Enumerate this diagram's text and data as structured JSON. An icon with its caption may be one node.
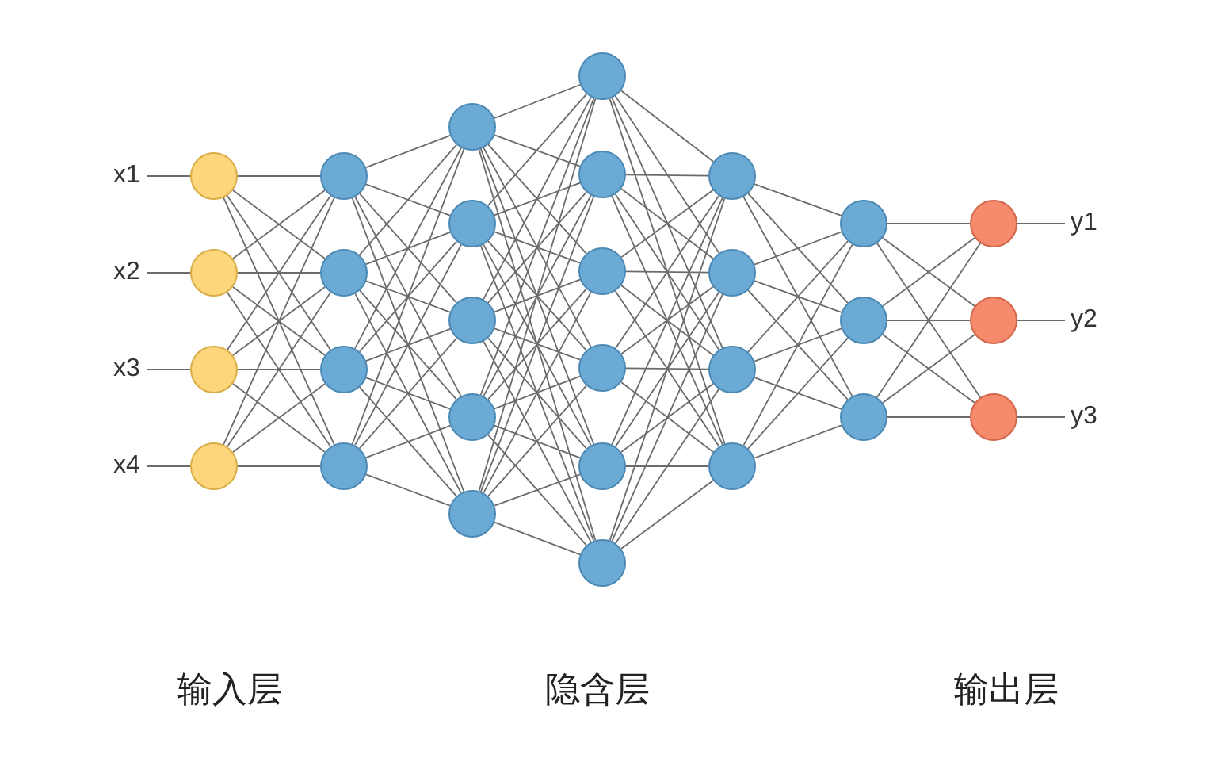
{
  "diagram": {
    "nodes": [
      {
        "text": [
          "x1"
        ]
      },
      {
        "text": [
          "x2"
        ]
      },
      {
        "text": [
          "x3"
        ]
      },
      {
        "text": [
          "x4"
        ]
      },
      {
        "text": [],
        "shape": "circle"
      },
      {
        "text": [],
        "shape": "circle"
      },
      {
        "text": [],
        "shape": "circle"
      },
      {
        "text": [],
        "shape": "circle"
      },
      {
        "text": [],
        "shape": "circle"
      },
      {
        "text": [],
        "shape": "circle"
      },
      {
        "text": [],
        "shape": "circle"
      },
      {
        "text": [],
        "shape": "circle"
      },
      {
        "text": [],
        "shape": "circle"
      },
      {
        "text": [],
        "shape": "circle"
      },
      {
        "text": [],
        "shape": "circle"
      },
      {
        "text": [],
        "shape": "circle"
      },
      {
        "text": [],
        "shape": "circle"
      },
      {
        "text": [],
        "shape": "circle"
      },
      {
        "text": [],
        "shape": "circle"
      },
      {
        "text": [],
        "shape": "circle"
      },
      {
        "text": [],
        "shape": "circle"
      },
      {
        "text": [],
        "shape": "circle"
      },
      {
        "text": [],
        "shape": "circle"
      },
      {
        "text": [],
        "shape": "circle"
      },
      {
        "text": [],
        "shape": "circle"
      },
      {
        "text": [],
        "shape": "circle"
      },
      {
        "text": [],
        "shape": "circle"
      },
      {
        "text": [],
        "shape": "circle"
      },
      {
        "text": [],
        "shape": "circle"
      },
      {
        "text": [],
        "shape": "circle"
      },
      {
        "text": [],
        "shape": "circle"
      },
      {
        "text": [],
        "shape": "circle"
      },
      {
        "text": [],
        "shape": "circle"
      },
      {
        "text": [
          "y1"
        ]
      },
      {
        "text": [
          "y2"
        ]
      },
      {
        "text": [
          "y3"
        ]
      }
    ],
    "edges": [
      {
        "from": 0,
        "to": 4,
        "arrow": "none"
      },
      {
        "from": 1,
        "to": 5,
        "arrow": "none"
      },
      {
        "from": 2,
        "to": 6,
        "arrow": "none"
      },
      {
        "from": 3,
        "to": 7,
        "arrow": "none"
      },
      {
        "from": 4,
        "to": 8,
        "arrow": "none"
      },
      {
        "from": 4,
        "to": 9,
        "arrow": "none"
      },
      {
        "from": 4,
        "to": 10,
        "arrow": "none"
      },
      {
        "from": 4,
        "to": 11,
        "arrow": "none"
      },
      {
        "from": 5,
        "to": 8,
        "arrow": "none"
      },
      {
        "from": 5,
        "to": 9,
        "arrow": "none"
      },
      {
        "from": 5,
        "to": 10,
        "arrow": "none"
      },
      {
        "from": 5,
        "to": 11,
        "arrow": "none"
      },
      {
        "from": 6,
        "to": 8,
        "arrow": "none"
      },
      {
        "from": 6,
        "to": 9,
        "arrow": "none"
      },
      {
        "from": 6,
        "to": 10,
        "arrow": "none"
      },
      {
        "from": 6,
        "to": 11,
        "arrow": "none"
      },
      {
        "from": 7,
        "to": 8,
        "arrow": "none"
      },
      {
        "from": 7,
        "to": 9,
        "arrow": "none"
      },
      {
        "from": 7,
        "to": 10,
        "arrow": "none"
      },
      {
        "from": 7,
        "to": 11,
        "arrow": "none"
      },
      {
        "from": 8,
        "to": 12,
        "arrow": "none"
      },
      {
        "from": 8,
        "to": 13,
        "arrow": "none"
      },
      {
        "from": 8,
        "to": 14,
        "arrow": "none"
      },
      {
        "from": 8,
        "to": 15,
        "arrow": "none"
      },
      {
        "from": 8,
        "to": 16,
        "arrow": "none"
      },
      {
        "from": 9,
        "to": 12,
        "arrow": "none"
      },
      {
        "from": 9,
        "to": 13,
        "arrow": "none"
      },
      {
        "from": 9,
        "to": 14,
        "arrow": "none"
      },
      {
        "from": 9,
        "to": 15,
        "arrow": "none"
      },
      {
        "from": 9,
        "to": 16,
        "arrow": "none"
      },
      {
        "from": 10,
        "to": 12,
        "arrow": "none"
      },
      {
        "from": 10,
        "to": 13,
        "arrow": "none"
      },
      {
        "from": 10,
        "to": 14,
        "arrow": "none"
      },
      {
        "from": 10,
        "to": 15,
        "arrow": "none"
      },
      {
        "from": 10,
        "to": 16,
        "arrow": "none"
      },
      {
        "from": 11,
        "to": 12,
        "arrow": "none"
      },
      {
        "from": 11,
        "to": 13,
        "arrow": "none"
      },
      {
        "from": 11,
        "to": 14,
        "arrow": "none"
      },
      {
        "from": 11,
        "to": 15,
        "arrow": "none"
      },
      {
        "from": 11,
        "to": 16,
        "arrow": "none"
      },
      {
        "from": 12,
        "to": 17,
        "arrow": "none"
      },
      {
        "from": 12,
        "to": 18,
        "arrow": "none"
      },
      {
        "from": 12,
        "to": 19,
        "arrow": "none"
      },
      {
        "from": 12,
        "to": 20,
        "arrow": "none"
      },
      {
        "from": 12,
        "to": 21,
        "arrow": "none"
      },
      {
        "from": 12,
        "to": 22,
        "arrow": "none"
      },
      {
        "from": 13,
        "to": 17,
        "arrow": "none"
      },
      {
        "from": 13,
        "to": 18,
        "arrow": "none"
      },
      {
        "from": 13,
        "to": 19,
        "arrow": "none"
      },
      {
        "from": 13,
        "to": 20,
        "arrow": "none"
      },
      {
        "from": 13,
        "to": 21,
        "arrow": "none"
      },
      {
        "from": 13,
        "to": 22,
        "arrow": "none"
      },
      {
        "from": 14,
        "to": 17,
        "arrow": "none"
      },
      {
        "from": 14,
        "to": 18,
        "arrow": "none"
      },
      {
        "from": 14,
        "to": 19,
        "arrow": "none"
      },
      {
        "from": 14,
        "to": 20,
        "arrow": "none"
      },
      {
        "from": 14,
        "to": 21,
        "arrow": "none"
      },
      {
        "from": 14,
        "to": 22,
        "arrow": "none"
      },
      {
        "from": 15,
        "to": 17,
        "arrow": "none"
      },
      {
        "from": 15,
        "to": 18,
        "arrow": "none"
      },
      {
        "from": 15,
        "to": 19,
        "arrow": "none"
      },
      {
        "from": 15,
        "to": 20,
        "arrow": "none"
      },
      {
        "from": 15,
        "to": 21,
        "arrow": "none"
      },
      {
        "from": 15,
        "to": 22,
        "arrow": "none"
      },
      {
        "from": 16,
        "to": 17,
        "arrow": "none"
      },
      {
        "from": 16,
        "to": 18,
        "arrow": "none"
      },
      {
        "from": 16,
        "to": 19,
        "arrow": "none"
      },
      {
        "from": 16,
        "to": 20,
        "arrow": "none"
      },
      {
        "from": 16,
        "to": 21,
        "arrow": "none"
      },
      {
        "from": 16,
        "to": 22,
        "arrow": "none"
      },
      {
        "from": 17,
        "to": 23,
        "arrow": "none"
      },
      {
        "from": 17,
        "to": 24,
        "arrow": "none"
      },
      {
        "from": 17,
        "to": 25,
        "arrow": "none"
      },
      {
        "from": 17,
        "to": 26,
        "arrow": "none"
      },
      {
        "from": 18,
        "to": 23,
        "arrow": "none"
      },
      {
        "from": 18,
        "to": 24,
        "arrow": "none"
      },
      {
        "from": 18,
        "to": 25,
        "arrow": "none"
      },
      {
        "from": 18,
        "to": 26,
        "arrow": "none"
      },
      {
        "from": 19,
        "to": 23,
        "arrow": "none"
      },
      {
        "from": 19,
        "to": 24,
        "arrow": "none"
      },
      {
        "from": 19,
        "to": 25,
        "arrow": "none"
      },
      {
        "from": 19,
        "to": 26,
        "arrow": "none"
      },
      {
        "from": 20,
        "to": 23,
        "arrow": "none"
      },
      {
        "from": 20,
        "to": 24,
        "arrow": "none"
      },
      {
        "from": 20,
        "to": 25,
        "arrow": "none"
      },
      {
        "from": 20,
        "to": 26,
        "arrow": "none"
      },
      {
        "from": 21,
        "to": 23,
        "arrow": "none"
      },
      {
        "from": 21,
        "to": 24,
        "arrow": "none"
      },
      {
        "from": 21,
        "to": 25,
        "arrow": "none"
      },
      {
        "from": 21,
        "to": 26,
        "arrow": "none"
      },
      {
        "from": 22,
        "to": 23,
        "arrow": "none"
      },
      {
        "from": 22,
        "to": 24,
        "arrow": "none"
      },
      {
        "from": 22,
        "to": 25,
        "arrow": "none"
      },
      {
        "from": 22,
        "to": 26,
        "arrow": "none"
      },
      {
        "from": 23,
        "to": 27,
        "arrow": "none"
      },
      {
        "from": 23,
        "to": 28,
        "arrow": "none"
      },
      {
        "from": 23,
        "to": 29,
        "arrow": "none"
      },
      {
        "from": 24,
        "to": 27,
        "arrow": "none"
      },
      {
        "from": 24,
        "to": 28,
        "arrow": "none"
      },
      {
        "from": 24,
        "to": 29,
        "arrow": "none"
      },
      {
        "from": 25,
        "to": 27,
        "arrow": "none"
      },
      {
        "from": 25,
        "to": 28,
        "arrow": "none"
      },
      {
        "from": 25,
        "to": 29,
        "arrow": "none"
      },
      {
        "from": 26,
        "to": 27,
        "arrow": "none"
      },
      {
        "from": 26,
        "to": 28,
        "arrow": "none"
      },
      {
        "from": 26,
        "to": 29,
        "arrow": "none"
      },
      {
        "from": 27,
        "to": 30,
        "arrow": "none"
      },
      {
        "from": 27,
        "to": 31,
        "arrow": "none"
      },
      {
        "from": 27,
        "to": 32,
        "arrow": "none"
      },
      {
        "from": 28,
        "to": 30,
        "arrow": "none"
      },
      {
        "from": 28,
        "to": 31,
        "arrow": "none"
      },
      {
        "from": 28,
        "to": 32,
        "arrow": "none"
      },
      {
        "from": 29,
        "to": 30,
        "arrow": "none"
      },
      {
        "from": 29,
        "to": 31,
        "arrow": "none"
      },
      {
        "from": 29,
        "to": 32,
        "arrow": "none"
      },
      {
        "from": 30,
        "to": 33,
        "arrow": "none"
      },
      {
        "from": 31,
        "to": 34,
        "arrow": "none"
      },
      {
        "from": 32,
        "to": 35,
        "arrow": "none"
      }
    ],
    "labels": [
      "输入层",
      "隐含层",
      "输出层"
    ]
  }
}
